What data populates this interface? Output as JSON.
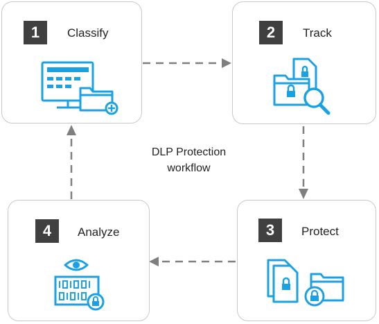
{
  "diagram": {
    "center_label_line1": "DLP Protection",
    "center_label_line2": "workflow",
    "steps": [
      {
        "number": "1",
        "label": "Classify",
        "icon": "monitor-folder-icon"
      },
      {
        "number": "2",
        "label": "Track",
        "icon": "locked-files-search-icon"
      },
      {
        "number": "3",
        "label": "Protect",
        "icon": "locked-documents-folder-icon"
      },
      {
        "number": "4",
        "label": "Analyze",
        "icon": "eye-binary-data-lock-icon"
      }
    ],
    "colors": {
      "accent": "#1aa1e3",
      "badge": "#404040",
      "arrow": "#7f7f7f",
      "card_border": "#c8c8c8"
    }
  }
}
